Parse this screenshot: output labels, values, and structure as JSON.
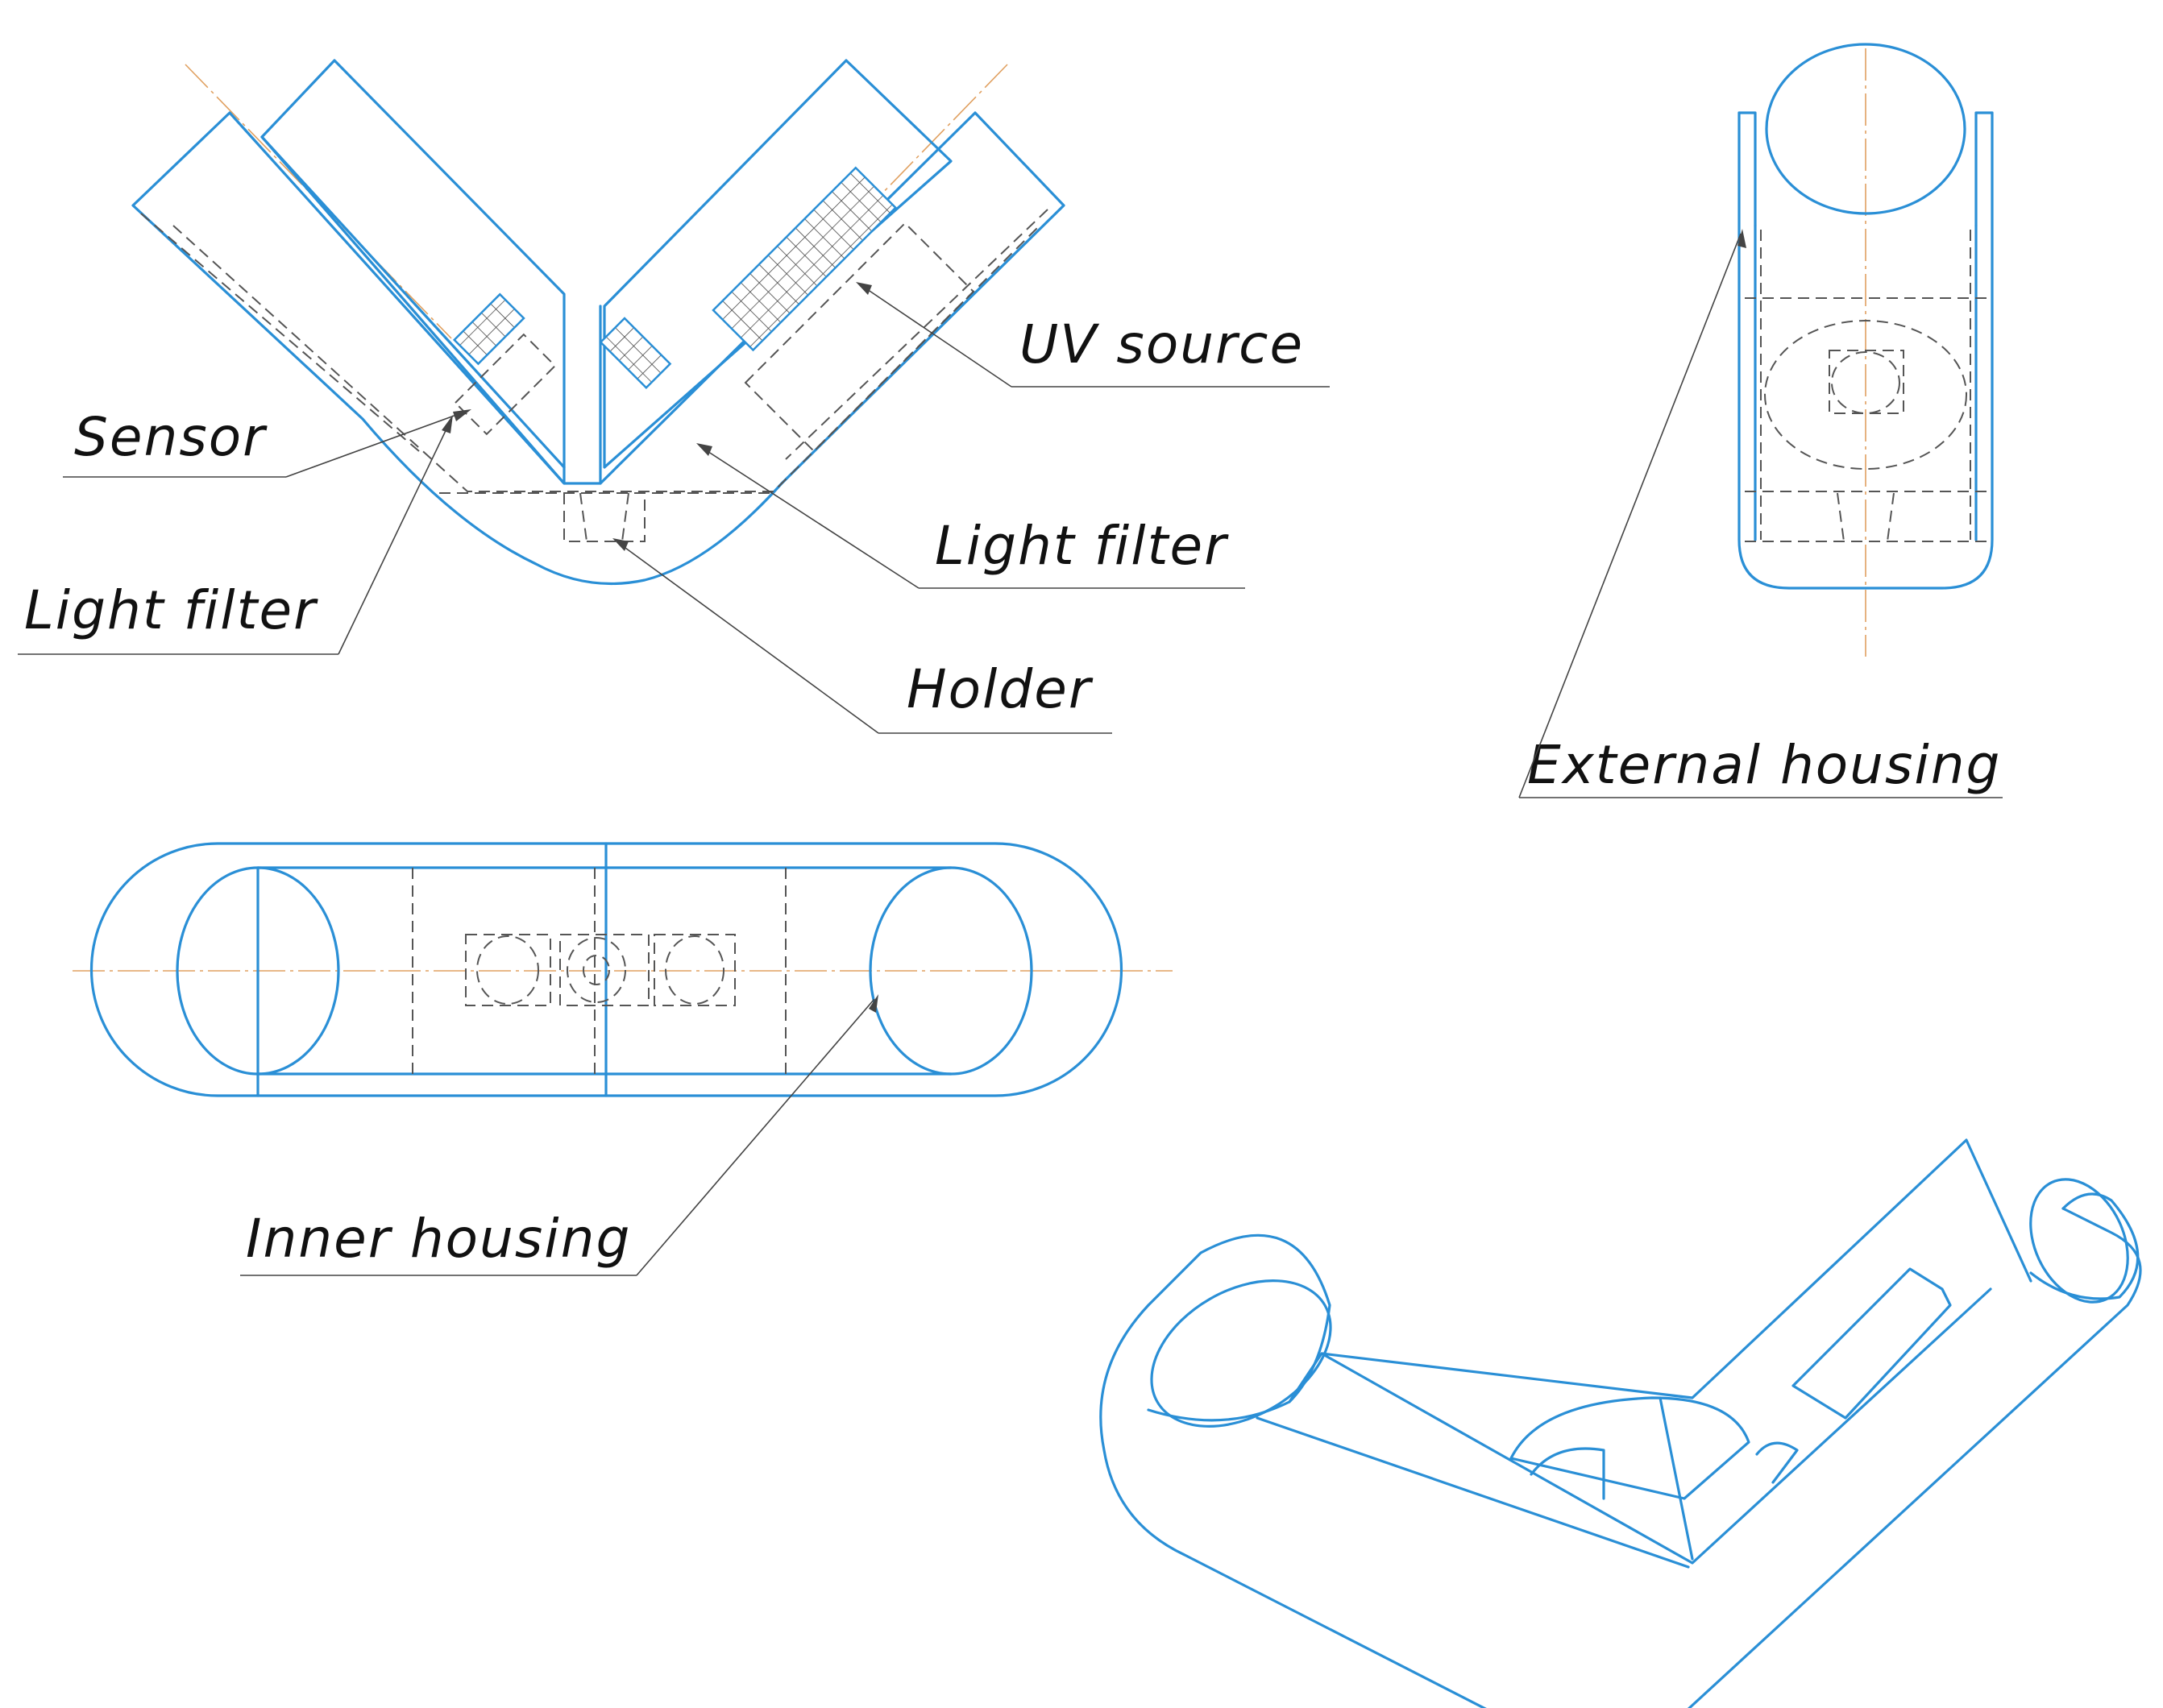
{
  "labels": {
    "sensor": "Sensor",
    "uv_source": "UV source",
    "light_filter_left": "Light filter",
    "light_filter_right": "Light filter",
    "holder": "Holder",
    "external_housing": "External housing",
    "inner_housing": "Inner housing"
  },
  "colors": {
    "outline": "#2a8fd6",
    "hidden_line": "#555555",
    "axis_line": "#e0a060",
    "text": "#111111"
  }
}
